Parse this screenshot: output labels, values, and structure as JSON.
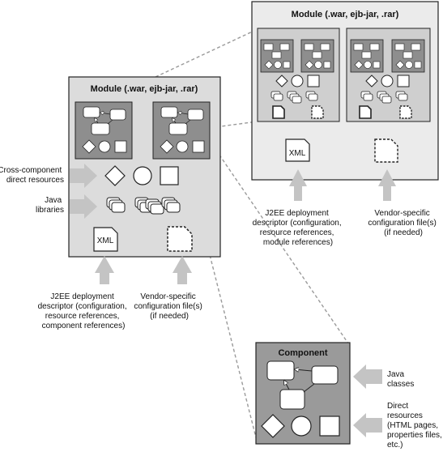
{
  "modules": {
    "big": {
      "title": "Module (.war, ejb-jar, .rar)"
    },
    "small": {
      "title": "Module (.war, ejb-jar, .rar)"
    }
  },
  "component": {
    "title": "Component"
  },
  "labels": {
    "cross_component": [
      "Cross-component",
      "direct resources"
    ],
    "java_libraries": [
      "Java",
      "libraries"
    ],
    "big_dd": [
      "J2EE deployment",
      "descriptor (configuration,",
      "resource references,",
      "component references)"
    ],
    "big_vendor": [
      "Vendor-specific",
      "configuration file(s)",
      "(if needed)"
    ],
    "small_dd": [
      "J2EE deployment",
      "descriptor (configuration,",
      "resource references,",
      "module references)"
    ],
    "small_vendor": [
      "Vendor-specific",
      "configuration file(s)",
      "(if needed)"
    ],
    "java_classes": [
      "Java",
      "classes"
    ],
    "direct_resources": [
      "Direct",
      "resources",
      "(HTML pages,",
      "properties files,",
      "etc.)"
    ]
  },
  "xml_label": "XML",
  "colors": {
    "module_fill": "#dcdcdc",
    "component_fill": "#9a9a9a",
    "arrow_fill": "#c4c4c4",
    "stroke": "#222222",
    "dashed_line": "#999999"
  }
}
